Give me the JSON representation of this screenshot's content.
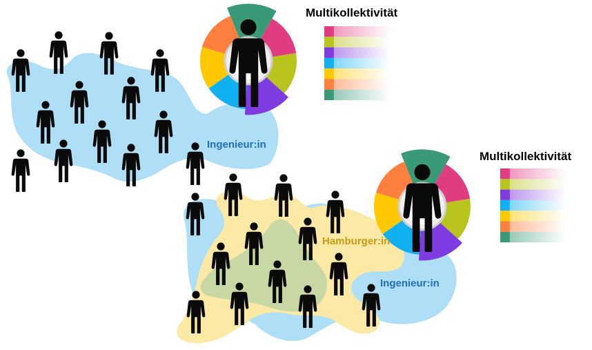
{
  "legend_title": "Multikollektivität",
  "labels": {
    "engineer": "Ingenieur:in",
    "hamburger": "Hamburger:in"
  },
  "colors": {
    "engineer_blob": "#aedff7",
    "hamburger_blob": "#fde9a6",
    "overlap": "#c7d8a4",
    "engineer_text": "#1f6fbf",
    "hamburger_text": "#c79b16",
    "person": "#0a0a0a"
  },
  "collective_colors": [
    "#e03c82",
    "#b9c41e",
    "#7d3be0",
    "#10b0f0",
    "#ffc800",
    "#ff7f3f",
    "#3a9a78"
  ]
}
